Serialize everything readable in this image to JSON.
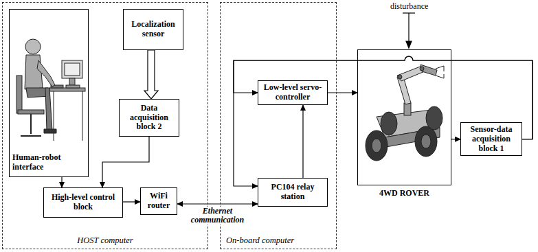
{
  "diagram": {
    "nodes": [
      {
        "text": [
          "HOST computer"
        ]
      },
      {
        "text": [
          "Human-robot interface"
        ],
        "in": 0
      },
      {
        "text": [
          "Localization sensor"
        ],
        "in": 0
      },
      {
        "text": [
          "Data acquisition block 2"
        ],
        "in": 0
      },
      {
        "text": [
          "High-level control block"
        ],
        "in": 0
      },
      {
        "text": [
          "WiFi router"
        ],
        "in": 0
      },
      {
        "text": [
          "On-board computer"
        ]
      },
      {
        "text": [
          "Low-level servo-controller"
        ],
        "in": 6
      },
      {
        "text": [
          "PC104 relay station"
        ],
        "in": 6
      },
      {
        "text": [
          "4WD ROVER"
        ]
      },
      {
        "text": [
          "Sensor-data acquisition block 1"
        ]
      }
    ],
    "edges": [
      {
        "from": 2,
        "to": 3,
        "arrow": "to"
      },
      {
        "from": 1,
        "to": 4,
        "arrow": "to"
      },
      {
        "from": 3,
        "to": 4,
        "arrow": "to"
      },
      {
        "from": 4,
        "to": 5,
        "arrow": "to"
      },
      {
        "from": 5,
        "to": 8,
        "label": "Ethernet communication",
        "arrow": "both"
      },
      {
        "from": 8,
        "to": 7,
        "arrow": "to"
      },
      {
        "from": 7,
        "to": 9,
        "arrow": "to"
      },
      {
        "from": 9,
        "to": 10,
        "arrow": "to"
      },
      {
        "from": 10,
        "to": 7,
        "arrow": "to"
      },
      {
        "from": 10,
        "to": 8,
        "arrow": "to"
      }
    ],
    "labels": [
      "disturbance"
    ]
  }
}
